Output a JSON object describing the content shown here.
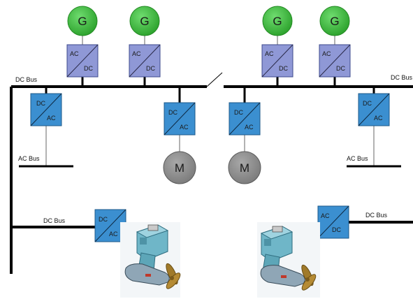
{
  "labels": {
    "dc_bus_left": "DC Bus",
    "dc_bus_right": "DC Bus",
    "ac_bus_left": "AC Bus",
    "ac_bus_right": "AC Bus",
    "dc_bus_lower_left": "DC Bus",
    "dc_bus_lower_right": "DC Bus"
  },
  "generators": [
    {
      "symbol": "G"
    },
    {
      "symbol": "G"
    },
    {
      "symbol": "G"
    },
    {
      "symbol": "G"
    }
  ],
  "motors": [
    {
      "symbol": "M"
    },
    {
      "symbol": "M"
    }
  ],
  "converters": {
    "gen1": {
      "top": "AC",
      "bottom": "DC"
    },
    "gen2": {
      "top": "AC",
      "bottom": "DC"
    },
    "gen3": {
      "top": "AC",
      "bottom": "DC"
    },
    "gen4": {
      "top": "AC",
      "bottom": "DC"
    },
    "acbus_left": {
      "top": "DC",
      "bottom": "AC"
    },
    "motor_left": {
      "top": "DC",
      "bottom": "AC"
    },
    "motor_right": {
      "top": "DC",
      "bottom": "AC"
    },
    "acbus_right": {
      "top": "DC",
      "bottom": "AC"
    },
    "thruster_left": {
      "top": "DC",
      "bottom": "AC"
    },
    "thruster_right": {
      "top": "AC",
      "bottom": "DC"
    }
  },
  "colors": {
    "generator": "#3cb93c",
    "motor": "#8a8a8a",
    "converter_gen": "#8f98d6",
    "converter": "#3b8fd0",
    "bus": "#000000",
    "thruster_body": "#6fb6c8",
    "propeller": "#a07a2a"
  }
}
